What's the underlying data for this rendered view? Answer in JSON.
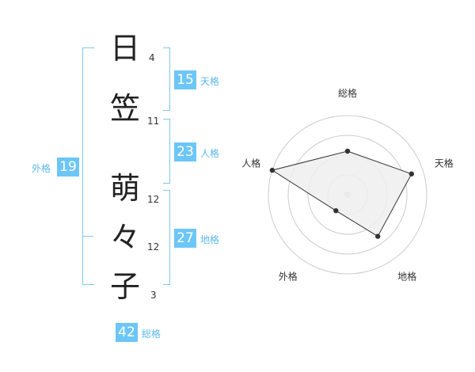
{
  "name_chars": [
    {
      "char": "日",
      "strokes": "4"
    },
    {
      "char": "笠",
      "strokes": "11"
    },
    {
      "char": "萌",
      "strokes": "12"
    },
    {
      "char": "々",
      "strokes": "12"
    },
    {
      "char": "子",
      "strokes": "3"
    }
  ],
  "fortunes": {
    "tenkaku": {
      "value": "15",
      "label": "天格"
    },
    "jinkaku": {
      "value": "23",
      "label": "人格"
    },
    "chikaku": {
      "value": "27",
      "label": "地格"
    },
    "gaikaku": {
      "value": "19",
      "label": "外格"
    },
    "soukaku": {
      "value": "42",
      "label": "総格"
    }
  },
  "chart_data": {
    "type": "radar",
    "axes": [
      "総格",
      "天格",
      "地格",
      "外格",
      "人格"
    ],
    "values": [
      0.55,
      0.85,
      0.65,
      0.25,
      1.0
    ],
    "range": [
      0,
      1
    ],
    "rings": 4,
    "colors": {
      "fill": "#eeeeee",
      "line": "#333333",
      "grid": "#cccccc",
      "center": "#cccccc"
    }
  }
}
